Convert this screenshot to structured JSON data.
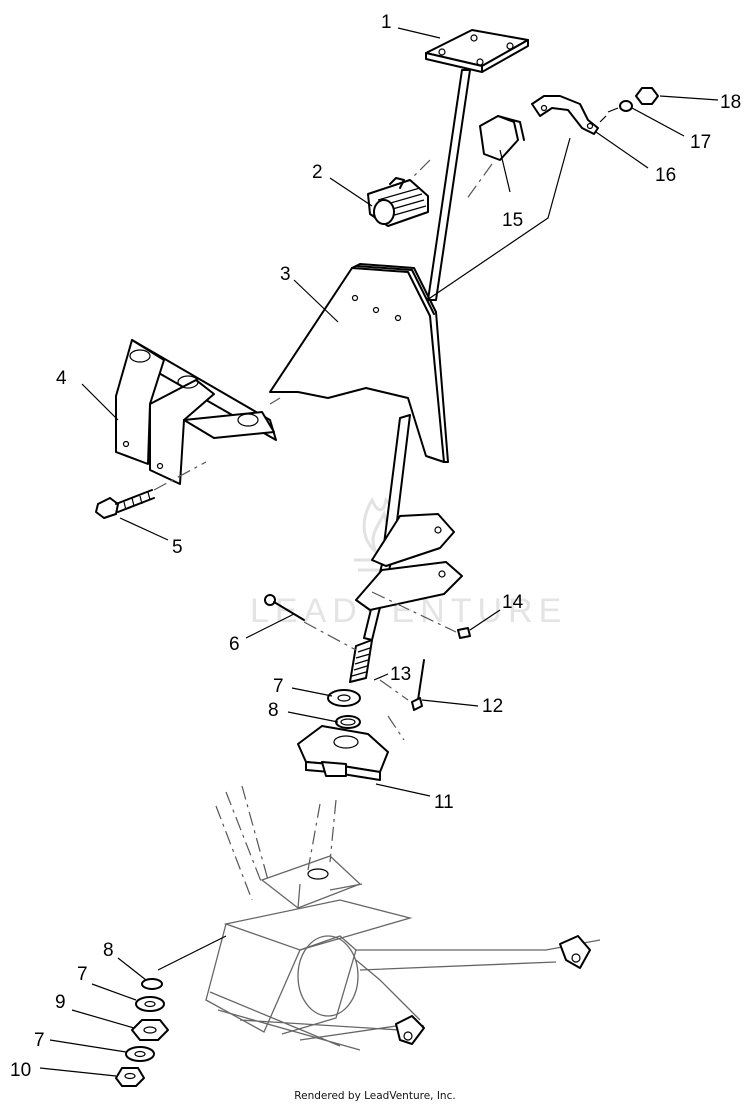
{
  "watermark": "LEADVENTURE",
  "footer": "Rendered by LeadVenture, Inc.",
  "callouts": {
    "c1": "1",
    "c2": "2",
    "c3": "3",
    "c4": "4",
    "c5": "5",
    "c6": "6",
    "c7a": "7",
    "c7b": "7",
    "c7c": "7",
    "c8a": "8",
    "c8b": "8",
    "c9": "9",
    "c10": "10",
    "c11": "11",
    "c12": "12",
    "c13": "13",
    "c14": "14",
    "c15": "15",
    "c16": "16",
    "c17": "17",
    "c18": "18"
  }
}
